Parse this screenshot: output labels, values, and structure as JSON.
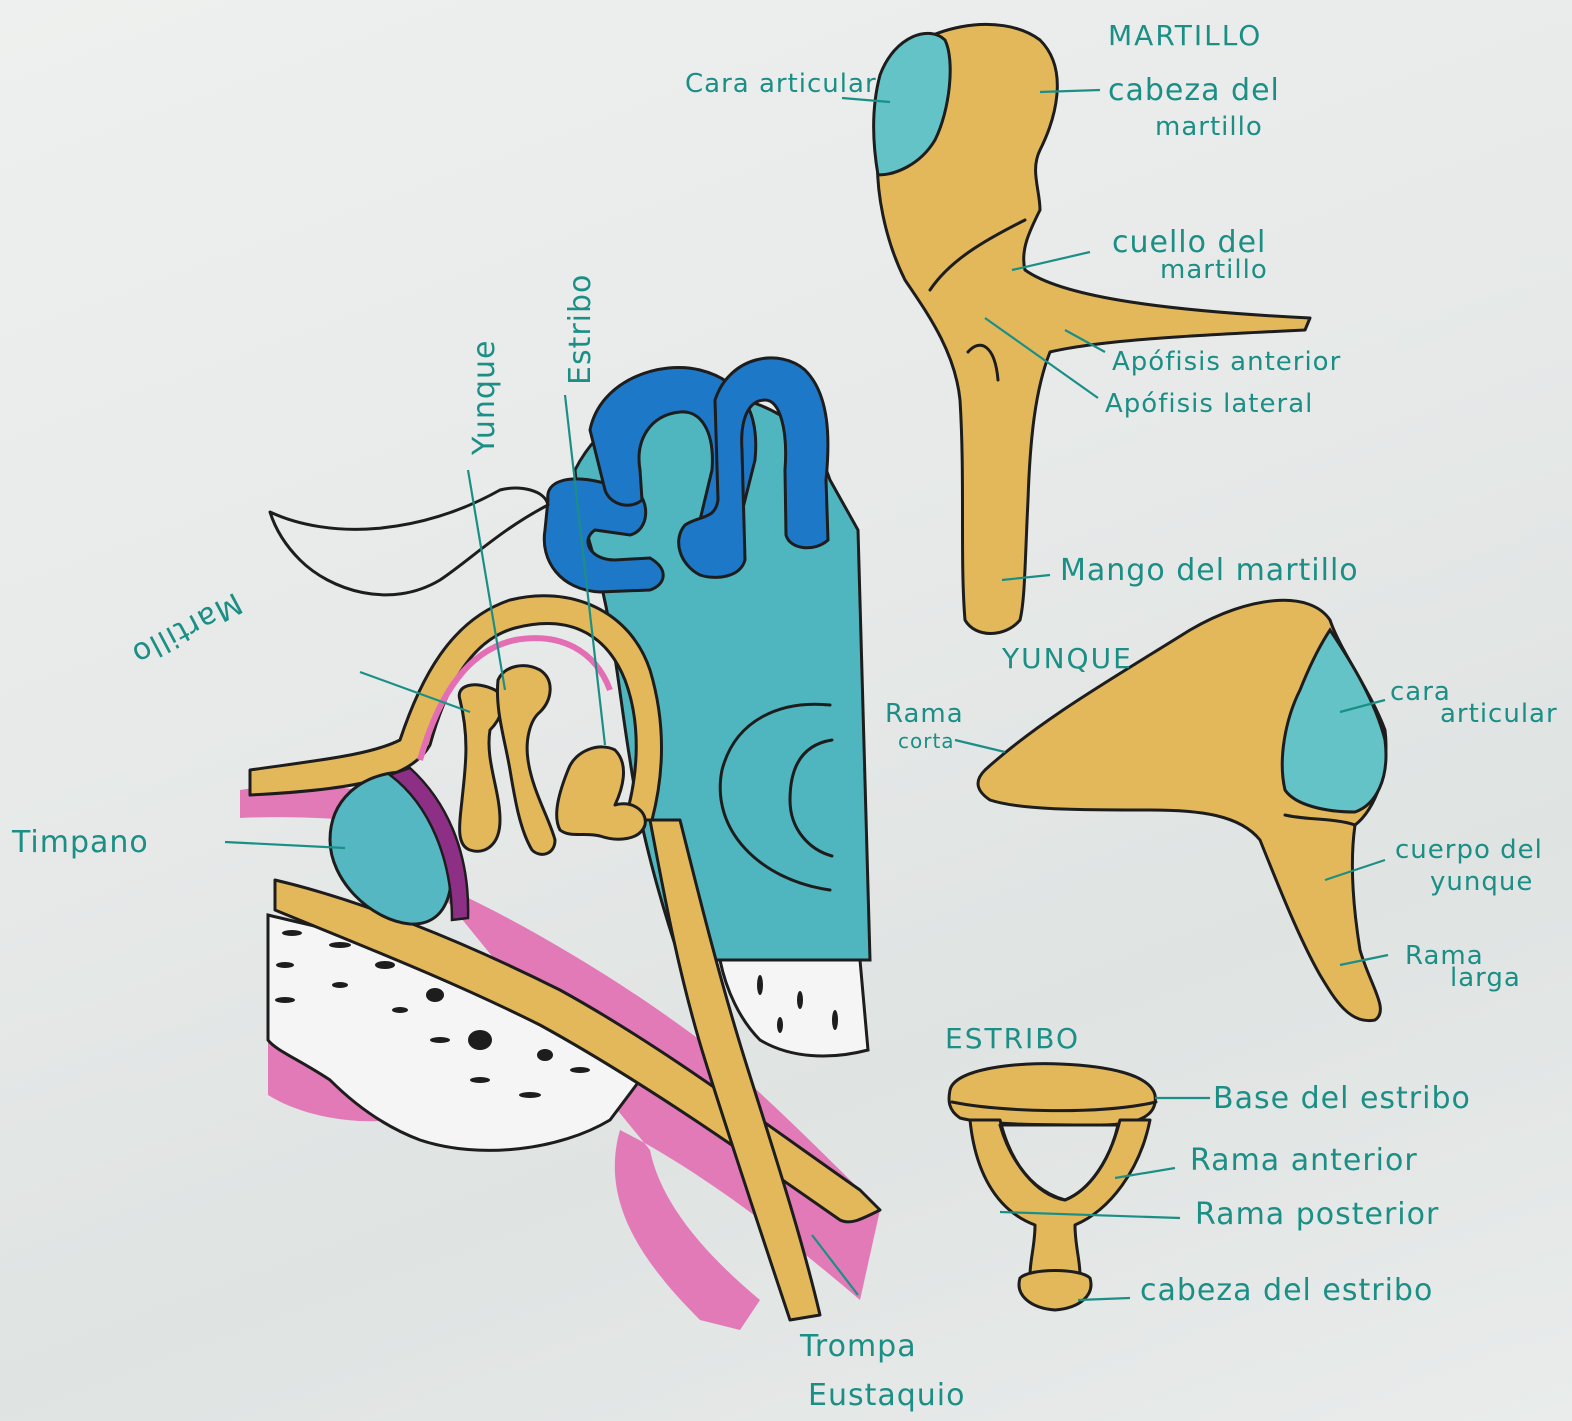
{
  "labels": {
    "martillo_title": "MARTILLO",
    "cara_articular_martillo": "Cara articular",
    "cabeza_martillo_1": "cabeza del",
    "cabeza_martillo_2": "martillo",
    "cuello_martillo_1": "cuello del",
    "cuello_martillo_2": "martillo",
    "apofisis_anterior": "Apófisis anterior",
    "apofisis_lateral": "Apófisis lateral",
    "mango_martillo": "Mango del martillo",
    "yunque_title": "YUNQUE",
    "rama_corta_1": "Rama",
    "rama_corta_2": "corta",
    "cara_articular_yunque_1": "cara",
    "cara_articular_yunque_2": "articular",
    "cuerpo_yunque_1": "cuerpo del",
    "cuerpo_yunque_2": "yunque",
    "rama_larga_1": "Rama",
    "rama_larga_2": "larga",
    "estribo_title": "ESTRIBO",
    "base_estribo": "Base del estribo",
    "rama_anterior": "Rama anterior",
    "rama_posterior": "Rama posterior",
    "cabeza_estribo": "cabeza del estribo",
    "yunque_vertical": "Yunque",
    "estribo_vertical": "Estribo",
    "martillo_rotated": "Martillo",
    "timpano": "Timpano",
    "trompa": "Trompa",
    "eustaquio": "Eustaquio"
  },
  "colors": {
    "label_ink": "#1b8f86",
    "bone": "#e3b85a",
    "cartilage": "#63c3c6",
    "canals": "#1e78c8",
    "cochlea": "#4fb6bf",
    "tissue": "#e27ab8",
    "tympanum_band": "#8e2f86"
  }
}
